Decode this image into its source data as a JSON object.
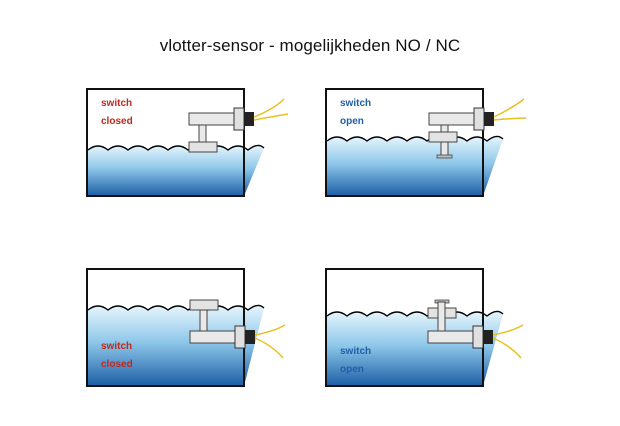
{
  "title": "vlotter-sensor - mogelijkheden NO / NC",
  "colors": {
    "closed_text": "#c0281c",
    "open_text": "#1f5fa6",
    "water_light": "#d8eef9",
    "water_dark": "#1f63a8",
    "wire": "#e8c020"
  },
  "tanks": [
    {
      "line1": "switch",
      "line2": "closed",
      "state": "closed",
      "water_level": "low",
      "float_position": "lower"
    },
    {
      "line1": "switch",
      "line2": "open",
      "state": "open",
      "water_level": "low",
      "float_position": "lower"
    },
    {
      "line1": "switch",
      "line2": "closed",
      "state": "closed",
      "water_level": "high",
      "float_position": "raised"
    },
    {
      "line1": "switch",
      "line2": "open",
      "state": "open",
      "water_level": "high",
      "float_position": "raised"
    }
  ]
}
